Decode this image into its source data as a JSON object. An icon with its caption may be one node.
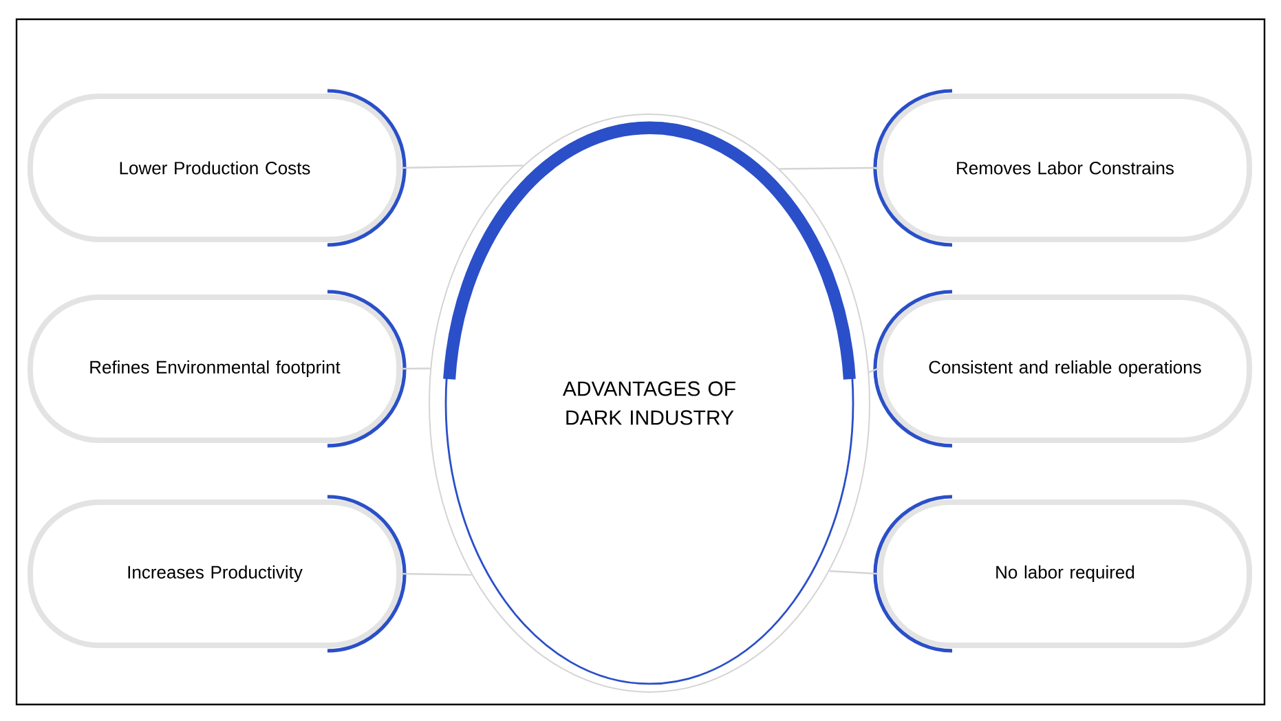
{
  "diagram": {
    "nodes": [
      {
        "text": [
          "ADVANTAGES OF DARK INDUSTRY"
        ]
      },
      {
        "text": [
          "Lower Production Costs"
        ]
      },
      {
        "text": [
          "Refines Environmental footprint"
        ]
      },
      {
        "text": [
          "Increases Productivity"
        ]
      },
      {
        "text": [
          "Removes Labor Constrains"
        ]
      },
      {
        "text": [
          "Consistent and reliable operations"
        ]
      },
      {
        "text": [
          "No labor required"
        ]
      }
    ],
    "edges": [
      {
        "from": 0,
        "to": 1,
        "arrow": "none"
      },
      {
        "from": 0,
        "to": 2,
        "arrow": "none"
      },
      {
        "from": 0,
        "to": 3,
        "arrow": "none"
      },
      {
        "from": 0,
        "to": 4,
        "arrow": "none"
      },
      {
        "from": 0,
        "to": 5,
        "arrow": "none"
      },
      {
        "from": 0,
        "to": 6,
        "arrow": "none"
      }
    ]
  }
}
